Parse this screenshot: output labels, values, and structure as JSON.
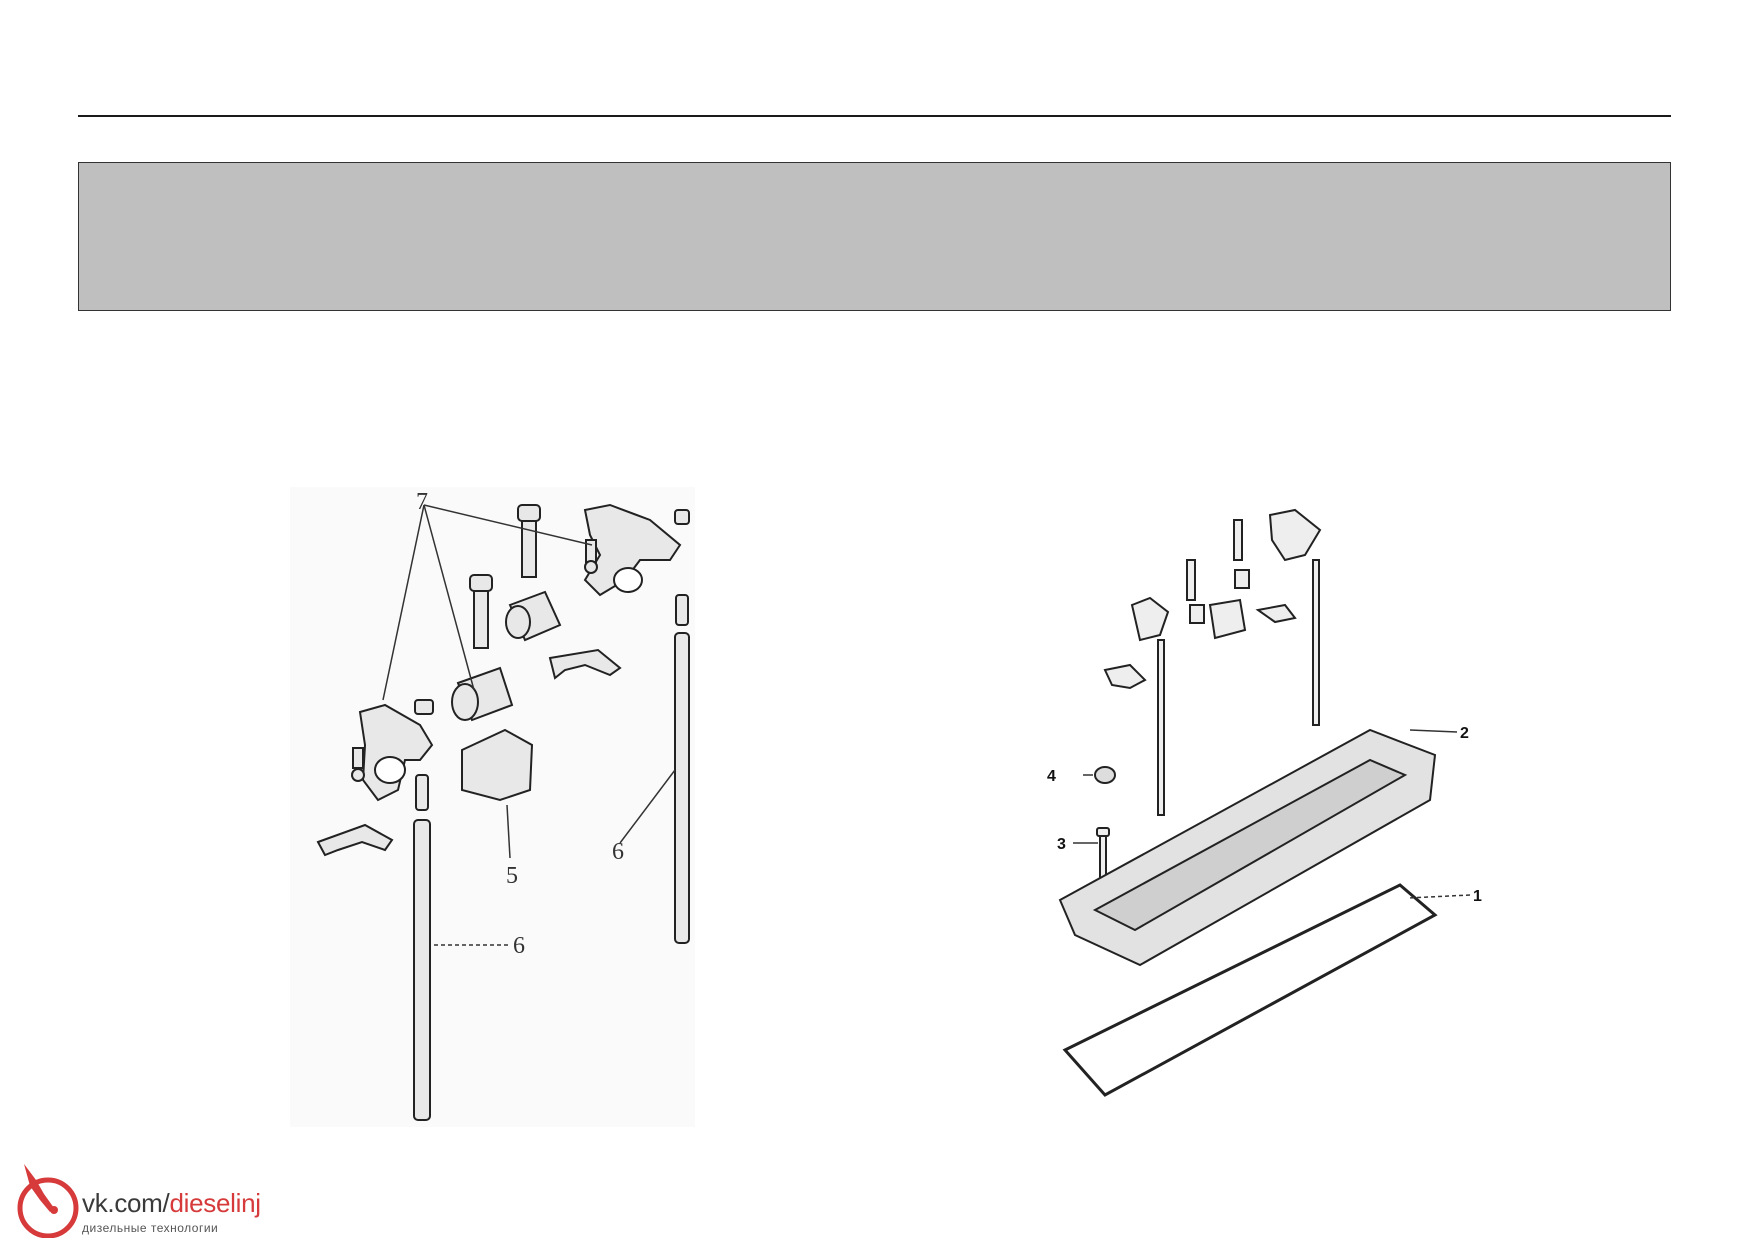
{
  "figure_left": {
    "callouts": [
      "7",
      "5",
      "6",
      "6"
    ]
  },
  "figure_right": {
    "callouts": [
      "2",
      "4",
      "3",
      "1"
    ]
  },
  "watermark": {
    "domain": "vk.com/",
    "name": "dieselinj",
    "tagline": "дизельные технологии",
    "accent_color": "#d63a3a",
    "icon": "fuel-injector-icon"
  }
}
